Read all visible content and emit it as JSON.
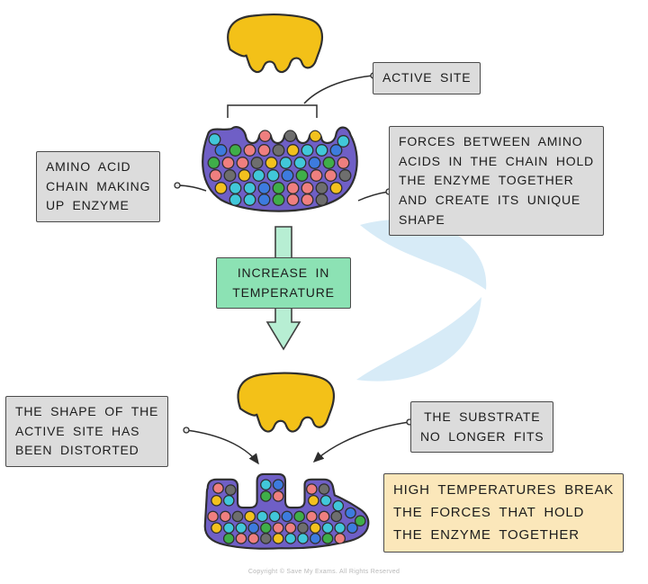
{
  "page": {
    "copyright": "Copyright © Save My Exams. All Rights Reserved"
  },
  "labels": {
    "active_site": "ACTIVE SITE",
    "amino_acid_chain": {
      "line1": "AMINO ACID",
      "line2": "CHAIN MAKING",
      "line3": "UP ENZYME"
    },
    "forces": {
      "line1": "FORCES BETWEEN AMINO",
      "line2": "ACIDS IN THE CHAIN HOLD",
      "line3": "THE ENZYME TOGETHER",
      "line4": "AND CREATE ITS UNIQUE",
      "line5": "SHAPE"
    },
    "temperature": {
      "line1": "INCREASE IN",
      "line2": "TEMPERATURE"
    },
    "distorted": {
      "line1": "THE SHAPE OF THE",
      "line2": "ACTIVE SITE HAS",
      "line3": "BEEN DISTORTED"
    },
    "substrate_fit": {
      "line1": "THE SUBSTRATE",
      "line2": "NO LONGER FITS"
    },
    "high_temp": {
      "line1": "HIGH TEMPERATURES BREAK",
      "line2": "THE FORCES THAT HOLD",
      "line3": "THE ENZYME TOGETHER"
    }
  },
  "colors": {
    "substrate_yellow": "#F3C118",
    "enzyme_purple": "#6F5FC6",
    "label_box_gray": "#DCDCDC",
    "temperature_box_green": "#8CE2B4",
    "high_temp_box_cream": "#FBE7BA",
    "arrow_green": "#B7EED3",
    "outline_dark": "#2F2F2F",
    "watermark_blue": "#D7EBF7",
    "amino_palette": [
      "#EF7F7F",
      "#3FAE49",
      "#3D7BDE",
      "#41C7D9",
      "#F2C11E",
      "#6E6E6E"
    ]
  }
}
